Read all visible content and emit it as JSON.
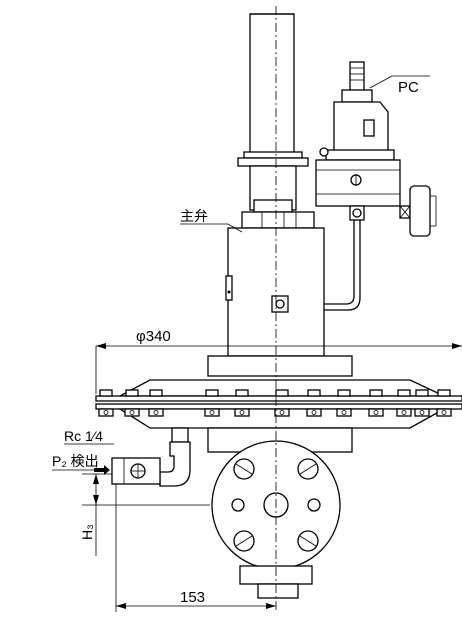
{
  "labels": {
    "pilot": "PC",
    "main_valve": "主弁",
    "diameter": "φ340",
    "port_thread": "Rc 1⁄4",
    "p2_sense": "P₂ 検出",
    "h3": "H₃",
    "offset": "153"
  }
}
